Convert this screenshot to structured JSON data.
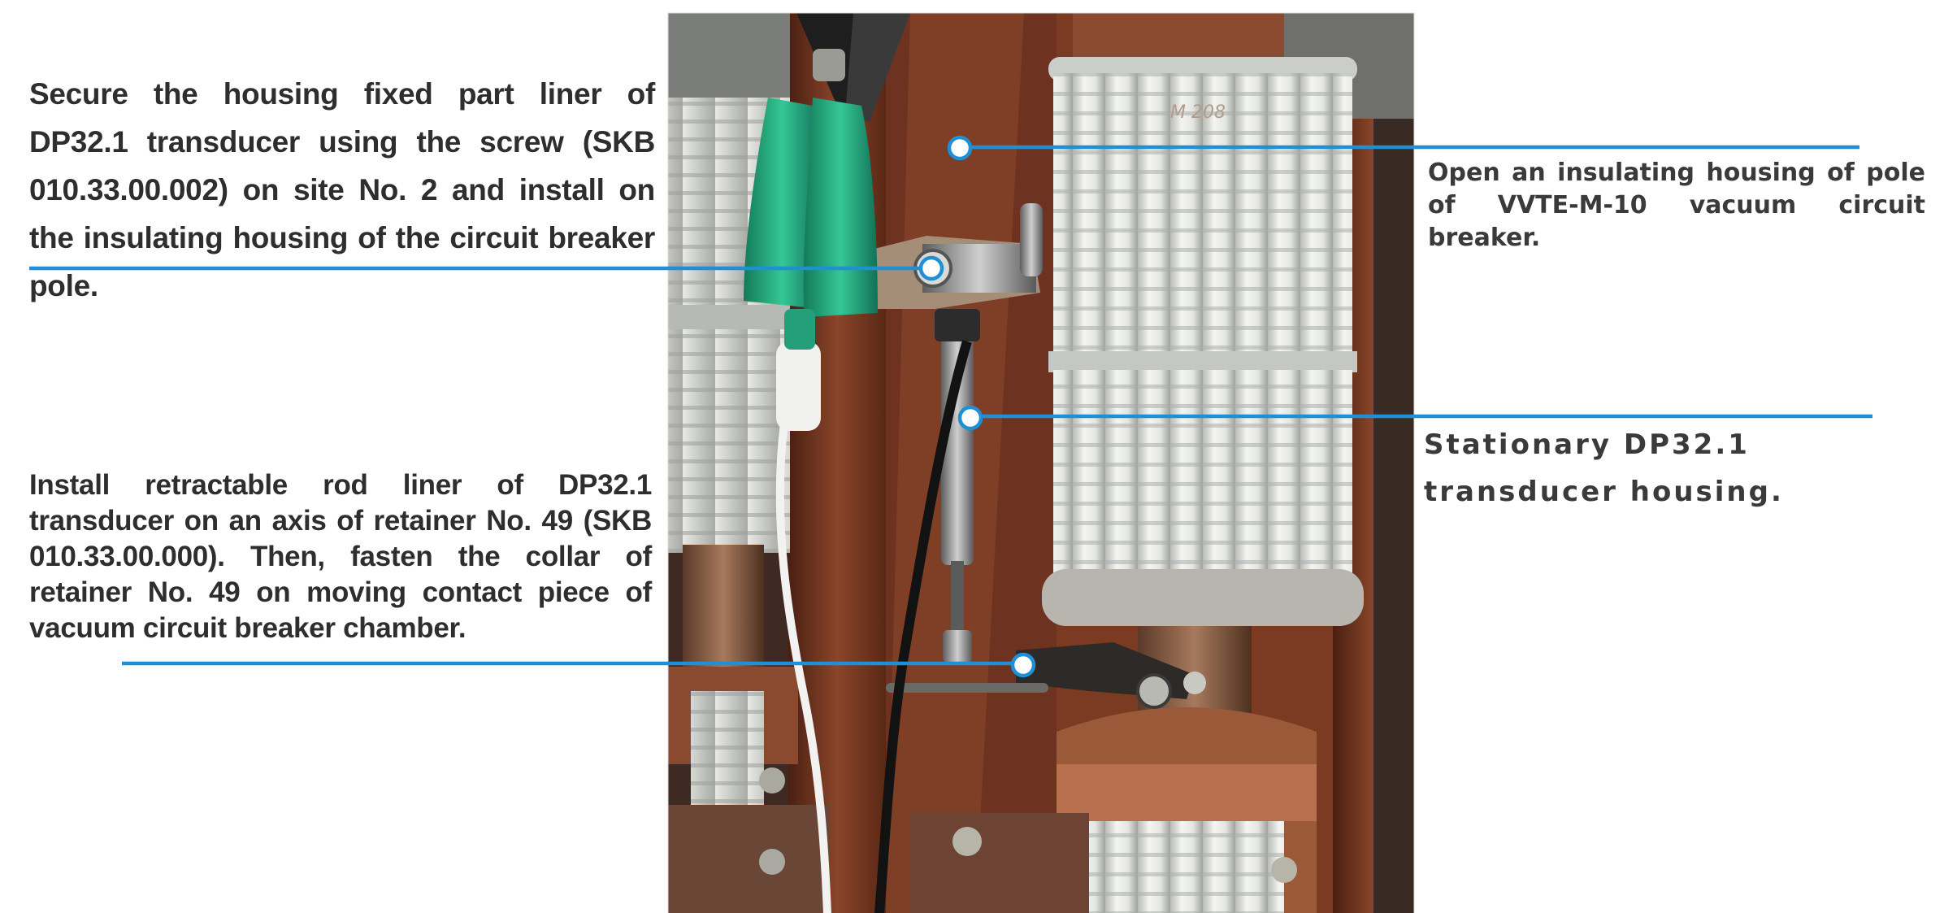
{
  "annotations": {
    "top_left": "Secure the housing fixed part liner of DP32.1 transducer using the screw (SKB 010.33.00.002) on site No. 2 and install on the insulating housing of the circuit breaker pole.",
    "bottom_left": "Install retractable rod liner of DP32.1 transducer on an axis of retainer No. 49 (SKB 010.33.00.000). Then, fasten the collar of retainer No. 49 on moving contact piece of vacuum circuit breaker chamber.",
    "top_right": "Open an insulating housing of pole of VVTE-M-10 vacuum circuit breaker.",
    "mid_right": "Stationary DP32.1 transducer housing."
  },
  "photo": {
    "insulator_marking": "M 208"
  },
  "colors": {
    "leader_line": "#1f8fd6",
    "label_text": "#2e2e2e",
    "cabinet_brown": "#7a3a22",
    "insulator_white": "#eef0ee",
    "clip_green": "#2bb58a"
  }
}
